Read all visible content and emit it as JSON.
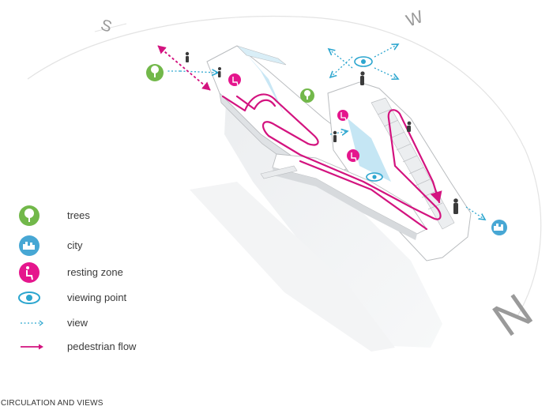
{
  "compass": {
    "south": "S",
    "west": "W",
    "north": "N"
  },
  "legend": [
    {
      "id": "trees",
      "label": "trees",
      "icon": "tree-icon",
      "color": "#72b84a"
    },
    {
      "id": "city",
      "label": "city",
      "icon": "city-icon",
      "color": "#47a7d4"
    },
    {
      "id": "resting",
      "label": "resting zone",
      "icon": "resting-person-icon",
      "color": "#e5168d"
    },
    {
      "id": "viewing",
      "label": "viewing point",
      "icon": "eye-icon",
      "color": "#2ca6cf"
    },
    {
      "id": "view",
      "label": "view",
      "icon": "dotted-arrow-icon",
      "color": "#2ca6cf"
    },
    {
      "id": "flow",
      "label": "pedestrian flow",
      "icon": "solid-arrow-icon",
      "color": "#d3137f"
    }
  ],
  "caption": "CIRCULATION AND VIEWS"
}
